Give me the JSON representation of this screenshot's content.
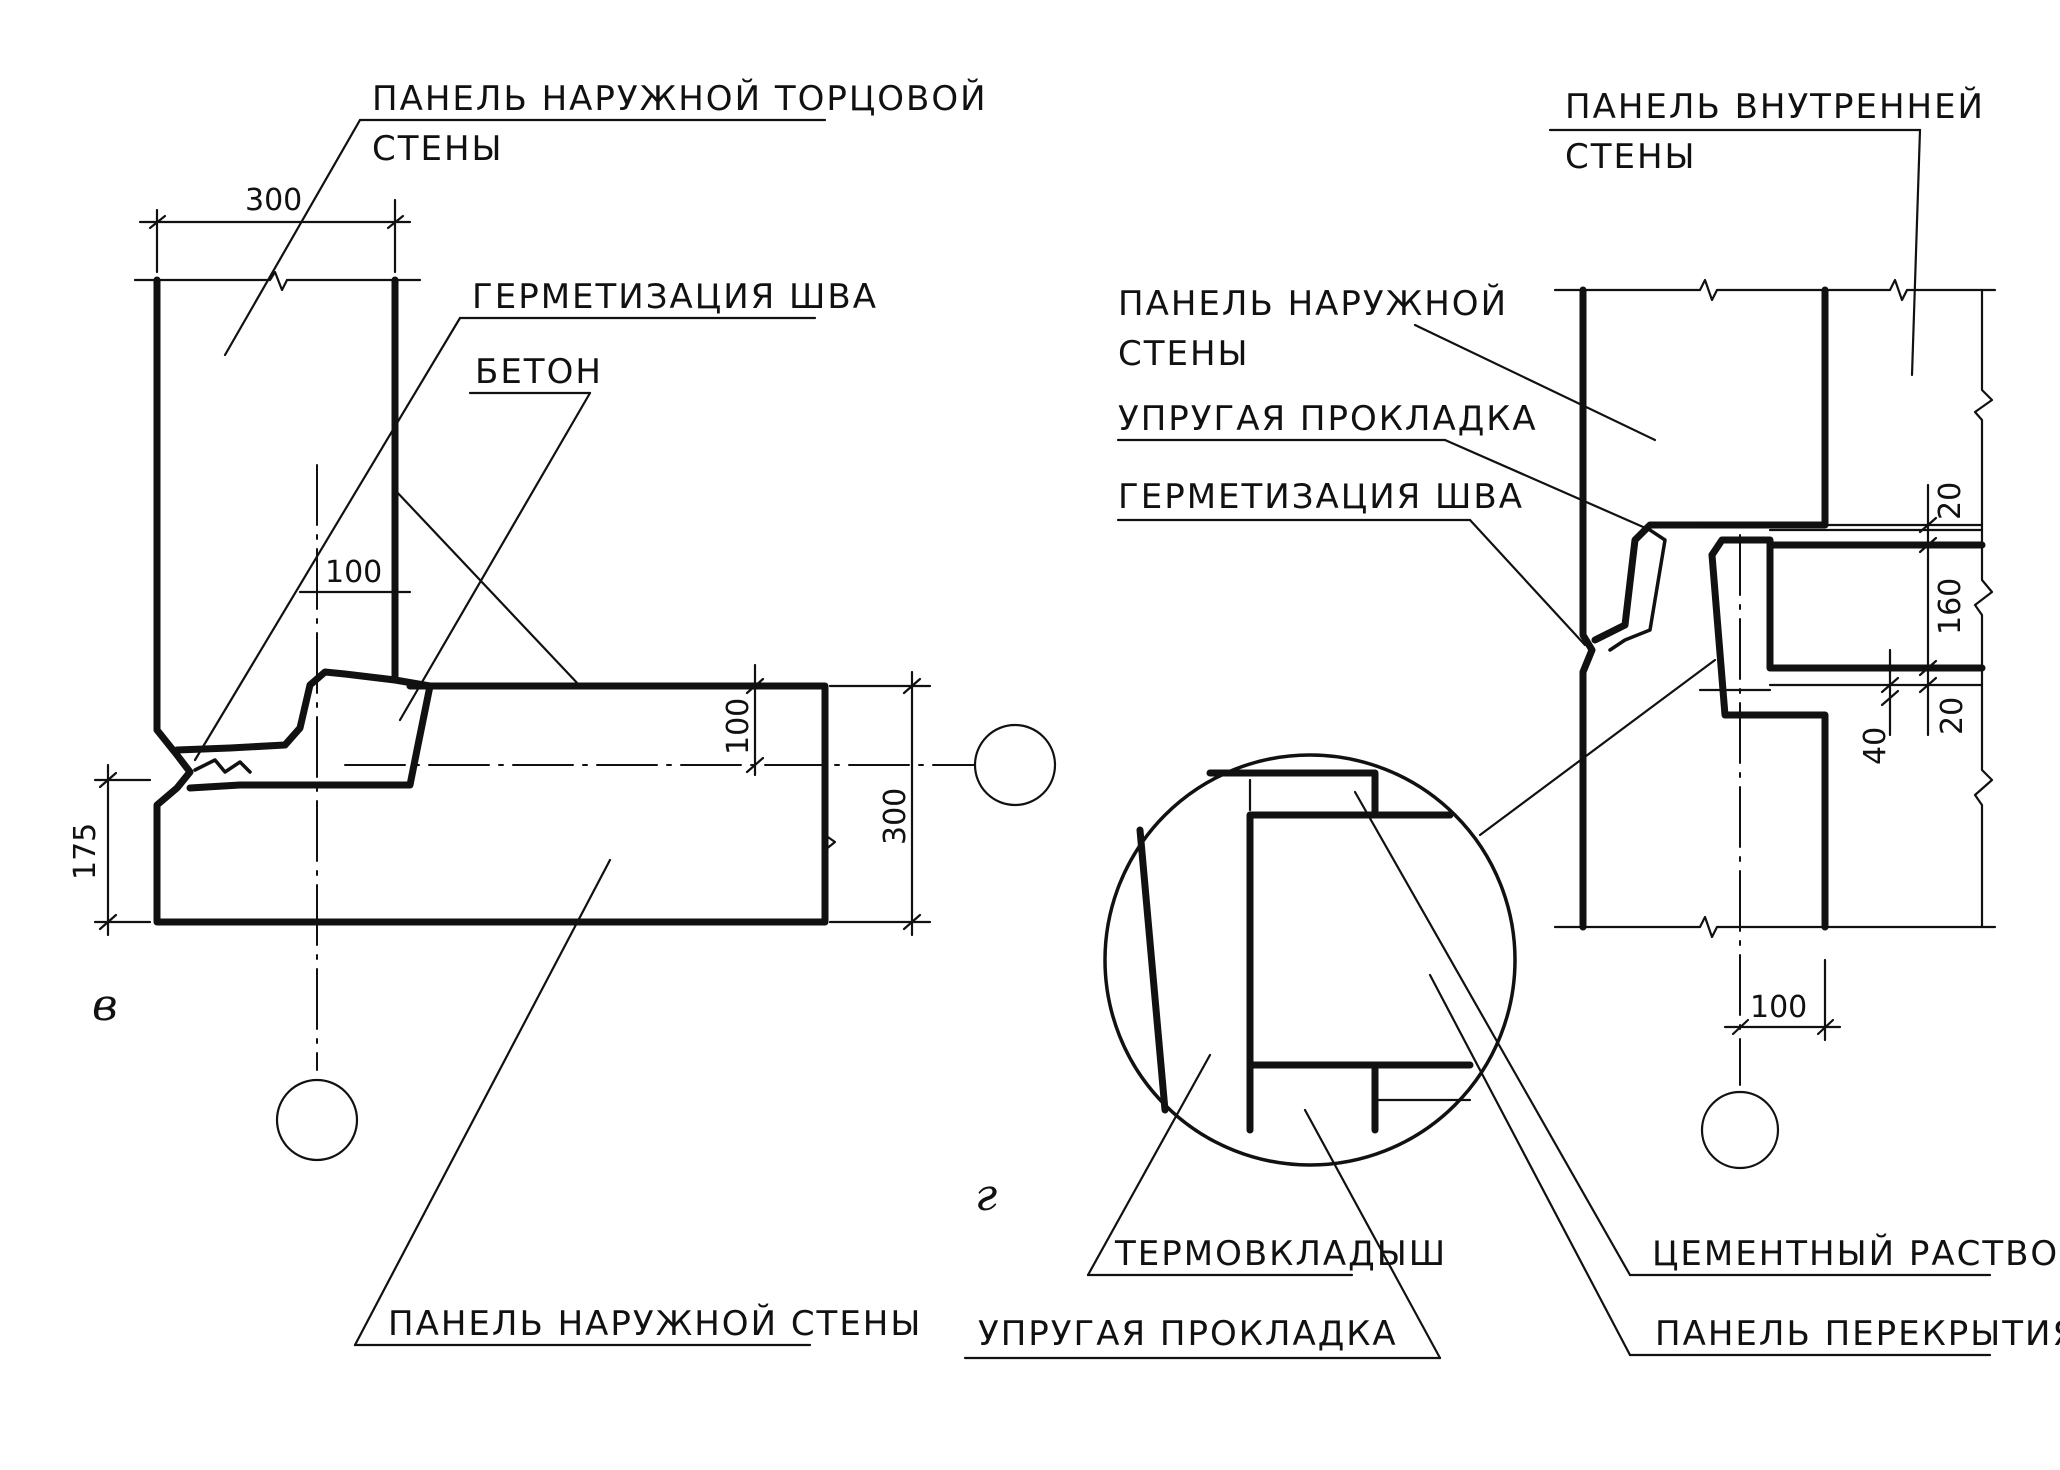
{
  "detail_v": {
    "letter": "в",
    "labels": {
      "end_wall_panel_line1": "ПАНЕЛЬ НАРУЖНОЙ ТОРЦОВОЙ",
      "end_wall_panel_line2": "СТЕНЫ",
      "joint_sealing": "ГЕРМЕТИЗАЦИЯ ШВА",
      "concrete": "БЕТОН",
      "outer_wall_panel": "ПАНЕЛЬ НАРУЖНОЙ СТЕНЫ"
    },
    "dimensions": {
      "panel_width": "300",
      "offset": "100",
      "bottom_height": "175",
      "notch": "100",
      "total_height": "300"
    }
  },
  "detail_g": {
    "letter": "г",
    "labels": {
      "inner_wall_panel_line1": "ПАНЕЛЬ ВНУТРЕННЕЙ",
      "inner_wall_panel_line2": "СТЕНЫ",
      "outer_wall_panel_line1": "ПАНЕЛЬ НАРУЖНОЙ",
      "outer_wall_panel_line2": "СТЕНЫ",
      "elastic_gasket": "УПРУГАЯ ПРОКЛАДКА",
      "joint_sealing": "ГЕРМЕТИЗАЦИЯ ШВА",
      "thermal_insert": "ТЕРМОВКЛАДЫШ",
      "elastic_gasket_bottom": "УПРУГАЯ ПРОКЛАДКА",
      "cement_mortar": "ЦЕМЕНТНЫЙ РАСТВОР",
      "floor_slab_panel": "ПАНЕЛЬ ПЕРЕКРЫТИЯ"
    },
    "dimensions": {
      "top_gap": "20",
      "slab_thickness": "160",
      "bottom_gap": "20",
      "offset": "40",
      "axis_offset": "100"
    }
  }
}
